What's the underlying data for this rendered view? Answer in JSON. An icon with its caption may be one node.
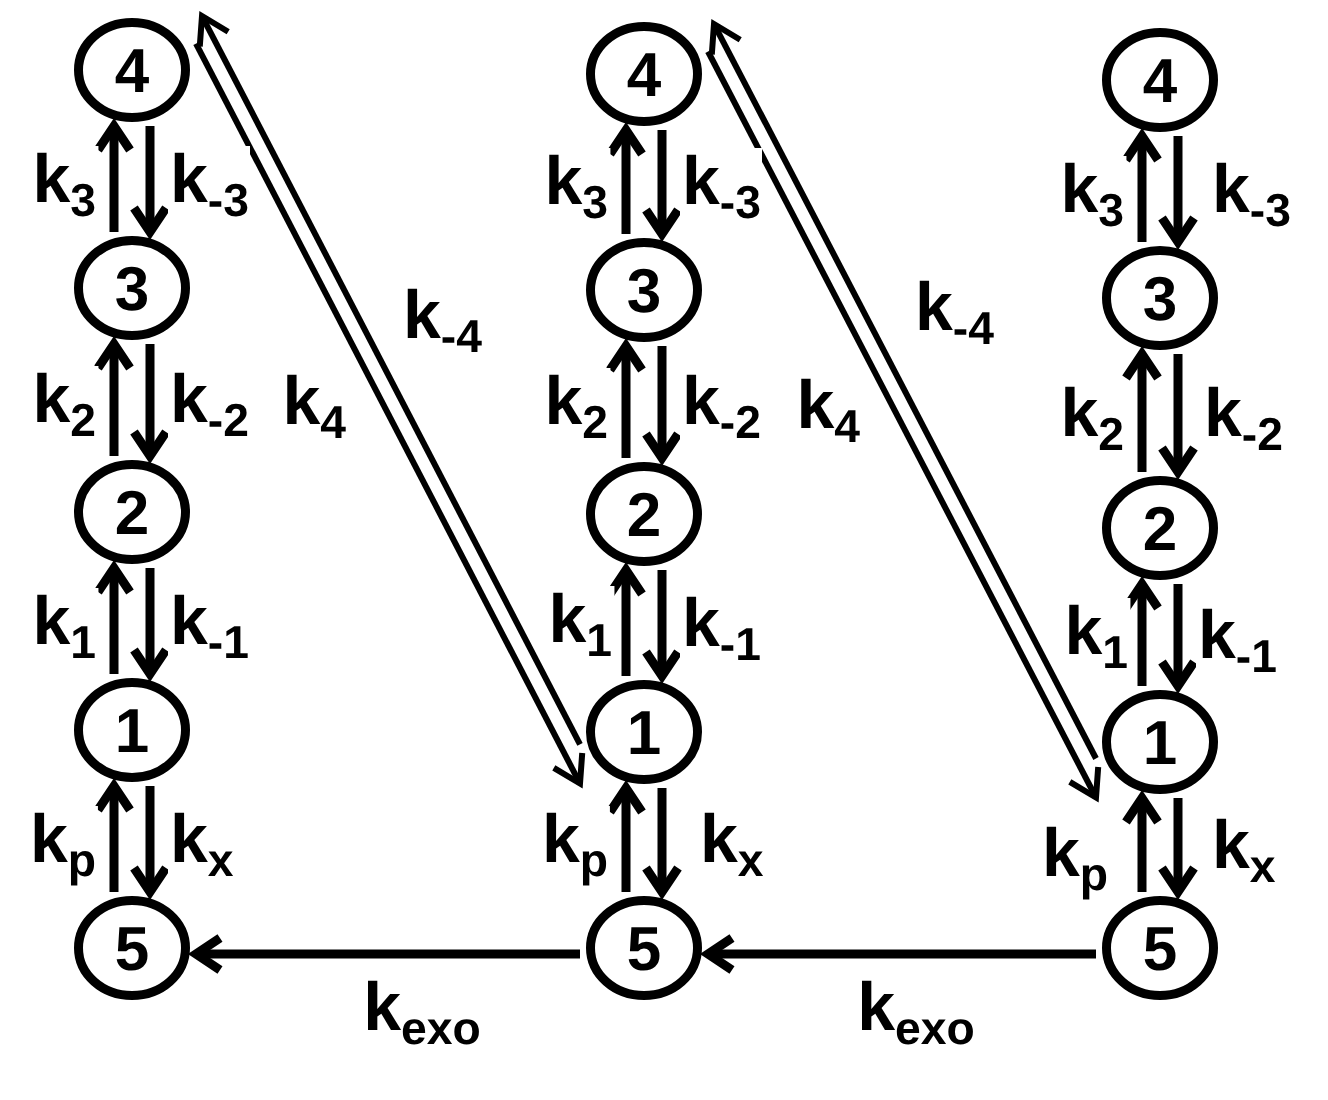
{
  "diagram": {
    "nodes": [
      {
        "text": [
          "4"
        ]
      },
      {
        "text": [
          "3"
        ]
      },
      {
        "text": [
          "2"
        ]
      },
      {
        "text": [
          "1"
        ]
      },
      {
        "text": [
          "5"
        ]
      },
      {
        "text": [
          "4"
        ]
      },
      {
        "text": [
          "3"
        ]
      },
      {
        "text": [
          "2"
        ]
      },
      {
        "text": [
          "1"
        ]
      },
      {
        "text": [
          "5"
        ]
      },
      {
        "text": [
          "4"
        ]
      },
      {
        "text": [
          "3"
        ]
      },
      {
        "text": [
          "2"
        ]
      },
      {
        "text": [
          "1"
        ]
      },
      {
        "text": [
          "5"
        ]
      }
    ],
    "edges": [
      {
        "from": 1,
        "to": 0,
        "arrow": "to",
        "label": "k$_{3}$"
      },
      {
        "from": 0,
        "to": 1,
        "arrow": "to",
        "label": "k$_{-3}$"
      },
      {
        "from": 2,
        "to": 1,
        "arrow": "to",
        "label": "k$_{2}$"
      },
      {
        "from": 1,
        "to": 2,
        "arrow": "to",
        "label": "k$_{-2}$"
      },
      {
        "from": 3,
        "to": 2,
        "arrow": "to",
        "label": "k$_{1}$"
      },
      {
        "from": 2,
        "to": 3,
        "arrow": "to",
        "label": "k$_{-1}$"
      },
      {
        "from": 4,
        "to": 3,
        "arrow": "to",
        "label": "k$_{p}$"
      },
      {
        "from": 3,
        "to": 4,
        "arrow": "to",
        "label": "k$_{x}$"
      },
      {
        "from": 6,
        "to": 5,
        "arrow": "to",
        "label": "k$_{3}$"
      },
      {
        "from": 5,
        "to": 6,
        "arrow": "to",
        "label": "k$_{-3}$"
      },
      {
        "from": 7,
        "to": 6,
        "arrow": "to",
        "label": "k$_{2}$"
      },
      {
        "from": 6,
        "to": 7,
        "arrow": "to",
        "label": "k$_{-2}$"
      },
      {
        "from": 8,
        "to": 7,
        "arrow": "to",
        "label": "k$_{1}$"
      },
      {
        "from": 7,
        "to": 8,
        "arrow": "to",
        "label": "k$_{-1}$"
      },
      {
        "from": 9,
        "to": 8,
        "arrow": "to",
        "label": "k$_{p}$"
      },
      {
        "from": 8,
        "to": 9,
        "arrow": "to",
        "label": "k$_{x}$"
      },
      {
        "from": 11,
        "to": 10,
        "arrow": "to",
        "label": "k$_{3}$"
      },
      {
        "from": 10,
        "to": 11,
        "arrow": "to",
        "label": "k$_{-3}$"
      },
      {
        "from": 12,
        "to": 11,
        "arrow": "to",
        "label": "k$_{2}$"
      },
      {
        "from": 11,
        "to": 12,
        "arrow": "to",
        "label": "k$_{-2}$"
      },
      {
        "from": 13,
        "to": 12,
        "arrow": "to",
        "label": "k$_{1}$"
      },
      {
        "from": 12,
        "to": 13,
        "arrow": "to",
        "label": "k$_{-1}$"
      },
      {
        "from": 14,
        "to": 13,
        "arrow": "to",
        "label": "k$_{p}$"
      },
      {
        "from": 13,
        "to": 14,
        "arrow": "to",
        "label": "k$_{x}$"
      },
      {
        "from": 0,
        "to": 8,
        "arrow": "to",
        "label": "k$_{4}$"
      },
      {
        "from": 8,
        "to": 0,
        "arrow": "to",
        "label": "k$_{-4}$"
      },
      {
        "from": 5,
        "to": 13,
        "arrow": "to",
        "label": "k$_{4}$"
      },
      {
        "from": 13,
        "to": 5,
        "arrow": "to",
        "label": "k$_{-4}$"
      },
      {
        "from": 9,
        "to": 4,
        "arrow": "to",
        "label": "k$_{exo}$"
      },
      {
        "from": 14,
        "to": 9,
        "arrow": "to",
        "label": "k$_{exo}$"
      }
    ]
  }
}
